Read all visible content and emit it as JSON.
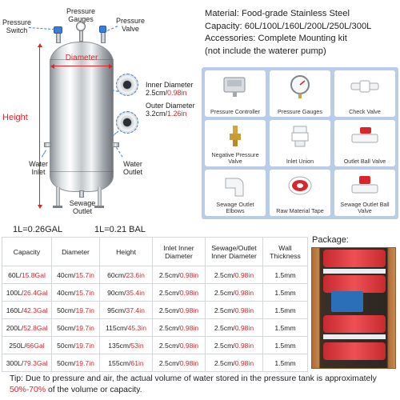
{
  "diagram": {
    "pressure_switch": "Pressure\nSwitch",
    "pressure_gauges": "Pressure\nGauges",
    "pressure_valve": "Pressure\nValve",
    "diameter": "Diameter",
    "height": "Height",
    "inner_diameter_title": "Inner Diameter",
    "inner_diameter_cm": "2.5cm/",
    "inner_diameter_in": "0.98in",
    "outer_diameter_title": "Outer Diameter",
    "outer_diameter_cm": "3.2cm/",
    "outer_diameter_in": "1.26in",
    "water_inlet": "Water\nInlet",
    "water_outlet": "Water\nOutlet",
    "sewage_outlet": "Sewage\nOutlet"
  },
  "spec": {
    "material": "Material: Food-grade Stainless Steel",
    "capacity": "Capacity: 60L/100L/160L/200L/250L/300L",
    "accessories": "Accessories: Complete Mounting kit",
    "note": "(not include the waterer pump)"
  },
  "accessories": [
    {
      "label": "Pressure Controller",
      "icon": "pressure-controller-icon"
    },
    {
      "label": "Pressure Gauges",
      "icon": "pressure-gauge-icon"
    },
    {
      "label": "Check Valve",
      "icon": "check-valve-icon"
    },
    {
      "label": "Negative Pressure Valve",
      "icon": "negative-pressure-valve-icon"
    },
    {
      "label": "Inlet Union",
      "icon": "inlet-union-icon"
    },
    {
      "label": "Outlet Ball Valve",
      "icon": "outlet-ball-valve-icon"
    },
    {
      "label": "Sewage Outlet Elbows",
      "icon": "sewage-outlet-elbow-icon"
    },
    {
      "label": "Raw Material Tape",
      "icon": "raw-material-tape-icon"
    },
    {
      "label": "Sewage Outlet Ball Valve",
      "icon": "sewage-outlet-ball-valve-icon"
    }
  ],
  "conversion": {
    "liter_gal": "1L=0.26GAL",
    "liter_bal": "1L=0.21 BAL"
  },
  "table": {
    "headers": [
      "Capacity",
      "Diameter",
      "Height",
      "Inlet Inner Diameter",
      "Sewage/Outlet Inner Diameter",
      "Wall Thickness"
    ],
    "rows": [
      [
        [
          "60L/",
          "15.8Gal"
        ],
        [
          "40cm/",
          "15.7in"
        ],
        [
          "60cm/",
          "23.6in"
        ],
        [
          "2.5cm/",
          "0.98in"
        ],
        [
          "2.5cm/",
          "0.98in"
        ],
        [
          "1.5mm",
          ""
        ]
      ],
      [
        [
          "100L/",
          "26.4Gal"
        ],
        [
          "40cm/",
          "15.7in"
        ],
        [
          "90cm/",
          "35.4in"
        ],
        [
          "2.5cm/",
          "0.98in"
        ],
        [
          "2.5cm/",
          "0.98in"
        ],
        [
          "1.5mm",
          ""
        ]
      ],
      [
        [
          "160L/",
          "42.3Gal"
        ],
        [
          "50cm/",
          "19.7in"
        ],
        [
          "95cm/",
          "37.4in"
        ],
        [
          "2.5cm/",
          "0.98in"
        ],
        [
          "2.5cm/",
          "0.98in"
        ],
        [
          "1.5mm",
          ""
        ]
      ],
      [
        [
          "200L/",
          "52.8Gal"
        ],
        [
          "50cm/",
          "19.7in"
        ],
        [
          "115cm/",
          "45.3in"
        ],
        [
          "2.5cm/",
          "0.98in"
        ],
        [
          "2.5cm/",
          "0.98in"
        ],
        [
          "1.5mm",
          ""
        ]
      ],
      [
        [
          "250L/",
          "66Gal"
        ],
        [
          "50cm/",
          "19.7in"
        ],
        [
          "135cm/",
          "53in"
        ],
        [
          "2.5cm/",
          "0.98in"
        ],
        [
          "2.5cm/",
          "0.98in"
        ],
        [
          "1.5mm",
          ""
        ]
      ],
      [
        [
          "300L/",
          "79.3Gal"
        ],
        [
          "50cm/",
          "19.7in"
        ],
        [
          "155cm/",
          "61in"
        ],
        [
          "2.5cm/",
          "0.98in"
        ],
        [
          "2.5cm/",
          "0.98in"
        ],
        [
          "1.5mm",
          ""
        ]
      ]
    ]
  },
  "package": {
    "title": "Package:"
  },
  "tip": {
    "prefix": "Tip:",
    "text": " Due to pressure and air, the actual volume of water stored in the pressure tank is approximately ",
    "highlight": "50%-70%",
    "suffix": " of the volume or capacity."
  },
  "colors": {
    "accent_red": "#d8262c",
    "accent_blue": "#3c7ed3",
    "panel_blue": "#b9cde8"
  }
}
